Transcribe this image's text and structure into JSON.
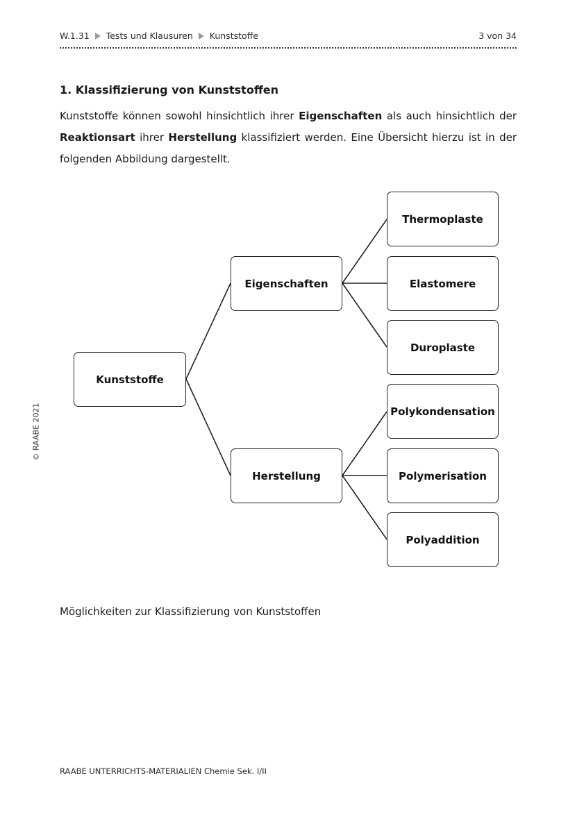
{
  "header": {
    "code": "W.1.31",
    "crumb_1": "Tests und Klausuren",
    "crumb_2": "Kunststoffe",
    "page": "3 von 34"
  },
  "section": {
    "heading": "1. Klassifizierung von Kunststoffen",
    "paragraph": {
      "t1": "Kunststoffe können sowohl hinsichtlich ihrer ",
      "b1": "Eigenschaften",
      "t2": " als auch hinsichtlich der ",
      "b2": "Reaktionsart",
      "t3": " ihrer ",
      "b3": "Herstellung",
      "t4": " klassifiziert werden. Eine Übersicht hierzu ist in der folgenden Abbildung dargestellt."
    }
  },
  "diagram": {
    "root": "Kunststoffe",
    "branch_1": {
      "label": "Eigenschaften",
      "children": [
        "Thermoplaste",
        "Elastomere",
        "Duroplaste"
      ]
    },
    "branch_2": {
      "label": "Herstellung",
      "children": [
        "Polykondensation",
        "Polymerisation",
        "Polyaddition"
      ]
    }
  },
  "caption": "Möglichkeiten zur Klassifizierung von Kunststoffen",
  "copyright": "© RAABE 2021",
  "footer": "RAABE UNTERRICHTS-MATERIALIEN Chemie Sek. I/II"
}
